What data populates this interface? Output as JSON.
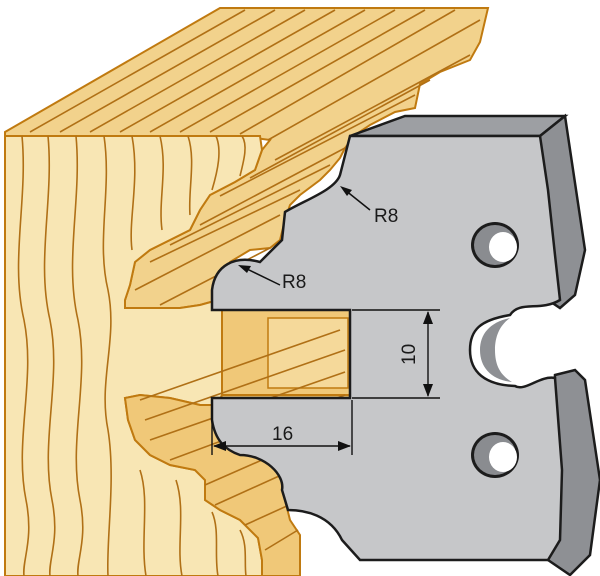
{
  "colors": {
    "wood_face": "#f8e6b4",
    "wood_top": "#f2d28c",
    "wood_profile": "#f0c878",
    "wood_outline": "#c07a10",
    "grain_line": "#b07016",
    "knife_face": "#c6c7c9",
    "knife_side": "#8e9094",
    "knife_top": "#9d9fa3",
    "knife_outline": "#1c1c1c",
    "hole_inner": "#8a8c90",
    "dimension_line": "#111111"
  },
  "labels": {
    "radius_upper": "R8",
    "radius_lower": "R8",
    "height_dimension": "10",
    "width_dimension": "16"
  },
  "icons": {
    "wood_block": "wood-profile-block",
    "knife": "profile-knife-blade",
    "holes": "mounting-hole"
  }
}
